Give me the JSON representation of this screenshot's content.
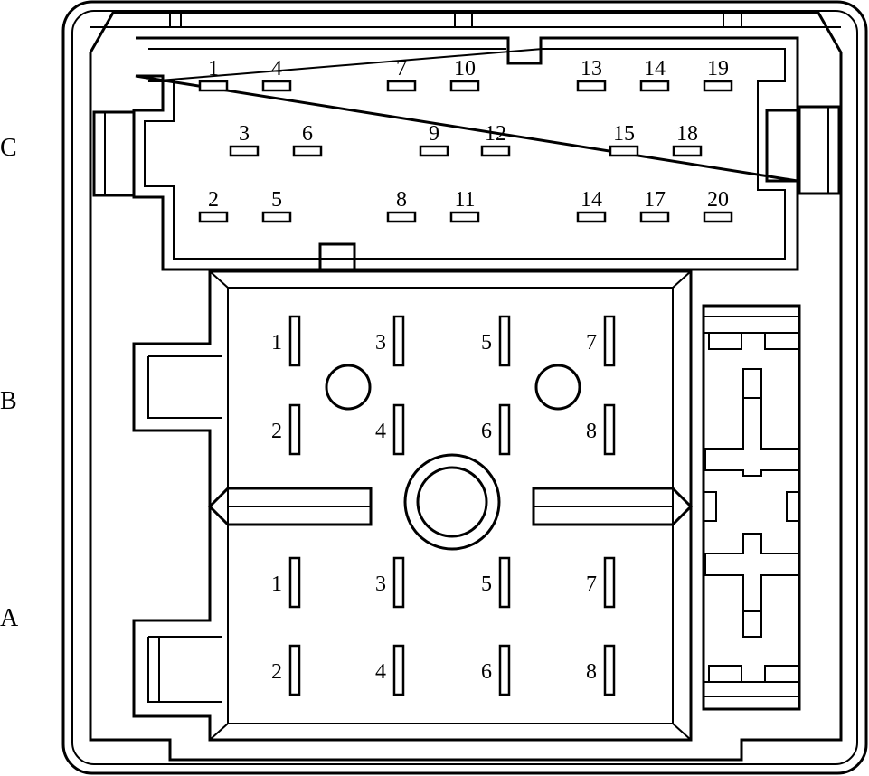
{
  "rows": [
    {
      "key": "C",
      "label": "C"
    },
    {
      "key": "B",
      "label": "B"
    },
    {
      "key": "A",
      "label": "A"
    }
  ],
  "connector_c": {
    "top_row": [
      "1",
      "4",
      "7",
      "10",
      "13",
      "14",
      "19"
    ],
    "middle_row": [
      "3",
      "6",
      "9",
      "12",
      "15",
      "18"
    ],
    "bottom_row": [
      "2",
      "5",
      "8",
      "11",
      "14",
      "17",
      "20"
    ]
  },
  "connector_b": {
    "top_row": [
      "1",
      "3",
      "5",
      "7"
    ],
    "bottom_row": [
      "2",
      "4",
      "6",
      "8"
    ]
  },
  "connector_a": {
    "top_row": [
      "1",
      "3",
      "5",
      "7"
    ],
    "bottom_row": [
      "2",
      "4",
      "6",
      "8"
    ]
  },
  "colors": {
    "line": "#000000",
    "background": "#ffffff"
  }
}
